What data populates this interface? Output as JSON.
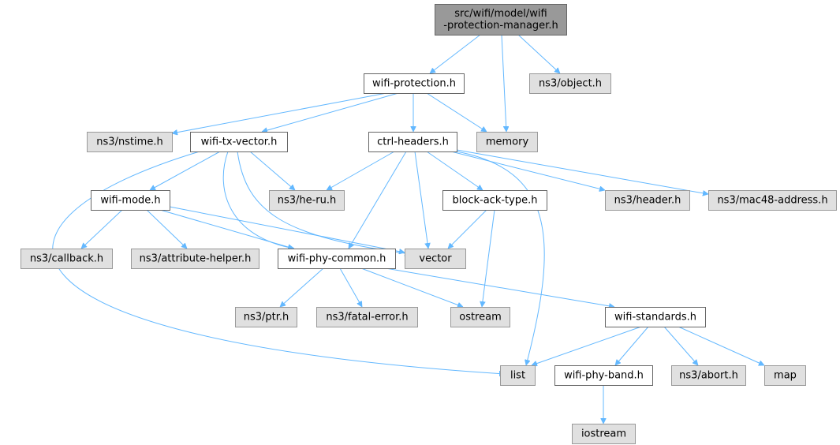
{
  "colors": {
    "root_fill": "#999999",
    "local_fill": "#ffffff",
    "external_fill": "#e0e0e0",
    "root_border": "#666666",
    "local_border": "#666666",
    "external_border": "#999999",
    "edge": "#63b8ff"
  },
  "nodes": [
    {
      "id": "root",
      "kind": "root",
      "lines": [
        "src/wifi/model/wifi",
        "-protection-manager.h"
      ]
    },
    {
      "id": "wifi_protection",
      "kind": "local",
      "lines": [
        "wifi-protection.h"
      ]
    },
    {
      "id": "object",
      "kind": "external",
      "lines": [
        "ns3/object.h"
      ]
    },
    {
      "id": "nstime",
      "kind": "external",
      "lines": [
        "ns3/nstime.h"
      ]
    },
    {
      "id": "tx_vector",
      "kind": "local",
      "lines": [
        "wifi-tx-vector.h"
      ]
    },
    {
      "id": "ctrl_headers",
      "kind": "local",
      "lines": [
        "ctrl-headers.h"
      ]
    },
    {
      "id": "memory",
      "kind": "external",
      "lines": [
        "memory"
      ]
    },
    {
      "id": "wifi_mode",
      "kind": "local",
      "lines": [
        "wifi-mode.h"
      ]
    },
    {
      "id": "he_ru",
      "kind": "external",
      "lines": [
        "ns3/he-ru.h"
      ]
    },
    {
      "id": "block_ack",
      "kind": "local",
      "lines": [
        "block-ack-type.h"
      ]
    },
    {
      "id": "header",
      "kind": "external",
      "lines": [
        "ns3/header.h"
      ]
    },
    {
      "id": "mac48",
      "kind": "external",
      "lines": [
        "ns3/mac48-address.h"
      ]
    },
    {
      "id": "callback",
      "kind": "external",
      "lines": [
        "ns3/callback.h"
      ]
    },
    {
      "id": "attr_helper",
      "kind": "external",
      "lines": [
        "ns3/attribute-helper.h"
      ]
    },
    {
      "id": "phy_common",
      "kind": "local",
      "lines": [
        "wifi-phy-common.h"
      ]
    },
    {
      "id": "vector",
      "kind": "external",
      "lines": [
        "vector"
      ]
    },
    {
      "id": "ptr",
      "kind": "external",
      "lines": [
        "ns3/ptr.h"
      ]
    },
    {
      "id": "fatal_error",
      "kind": "external",
      "lines": [
        "ns3/fatal-error.h"
      ]
    },
    {
      "id": "ostream",
      "kind": "external",
      "lines": [
        "ostream"
      ]
    },
    {
      "id": "standards",
      "kind": "local",
      "lines": [
        "wifi-standards.h"
      ]
    },
    {
      "id": "list",
      "kind": "external",
      "lines": [
        "list"
      ]
    },
    {
      "id": "phy_band",
      "kind": "local",
      "lines": [
        "wifi-phy-band.h"
      ]
    },
    {
      "id": "abort",
      "kind": "external",
      "lines": [
        "ns3/abort.h"
      ]
    },
    {
      "id": "map",
      "kind": "external",
      "lines": [
        "map"
      ]
    },
    {
      "id": "iostream",
      "kind": "external",
      "lines": [
        "iostream"
      ]
    }
  ],
  "edges": [
    {
      "from": "root",
      "to": "wifi_protection"
    },
    {
      "from": "root",
      "to": "memory"
    },
    {
      "from": "root",
      "to": "object"
    },
    {
      "from": "wifi_protection",
      "to": "nstime"
    },
    {
      "from": "wifi_protection",
      "to": "tx_vector"
    },
    {
      "from": "wifi_protection",
      "to": "ctrl_headers"
    },
    {
      "from": "wifi_protection",
      "to": "memory"
    },
    {
      "from": "tx_vector",
      "to": "wifi_mode"
    },
    {
      "from": "tx_vector",
      "to": "he_ru"
    },
    {
      "from": "tx_vector",
      "to": "phy_common"
    },
    {
      "from": "tx_vector",
      "to": "vector"
    },
    {
      "from": "tx_vector",
      "to": "list"
    },
    {
      "from": "ctrl_headers",
      "to": "he_ru"
    },
    {
      "from": "ctrl_headers",
      "to": "block_ack"
    },
    {
      "from": "ctrl_headers",
      "to": "phy_common"
    },
    {
      "from": "ctrl_headers",
      "to": "vector"
    },
    {
      "from": "ctrl_headers",
      "to": "header"
    },
    {
      "from": "ctrl_headers",
      "to": "mac48"
    },
    {
      "from": "ctrl_headers",
      "to": "list"
    },
    {
      "from": "wifi_mode",
      "to": "callback"
    },
    {
      "from": "wifi_mode",
      "to": "attr_helper"
    },
    {
      "from": "wifi_mode",
      "to": "phy_common"
    },
    {
      "from": "wifi_mode",
      "to": "vector"
    },
    {
      "from": "block_ack",
      "to": "vector"
    },
    {
      "from": "block_ack",
      "to": "ostream"
    },
    {
      "from": "phy_common",
      "to": "ptr"
    },
    {
      "from": "phy_common",
      "to": "fatal_error"
    },
    {
      "from": "phy_common",
      "to": "ostream"
    },
    {
      "from": "phy_common",
      "to": "standards"
    },
    {
      "from": "standards",
      "to": "list"
    },
    {
      "from": "standards",
      "to": "phy_band"
    },
    {
      "from": "standards",
      "to": "abort"
    },
    {
      "from": "standards",
      "to": "map"
    },
    {
      "from": "phy_band",
      "to": "iostream"
    }
  ]
}
